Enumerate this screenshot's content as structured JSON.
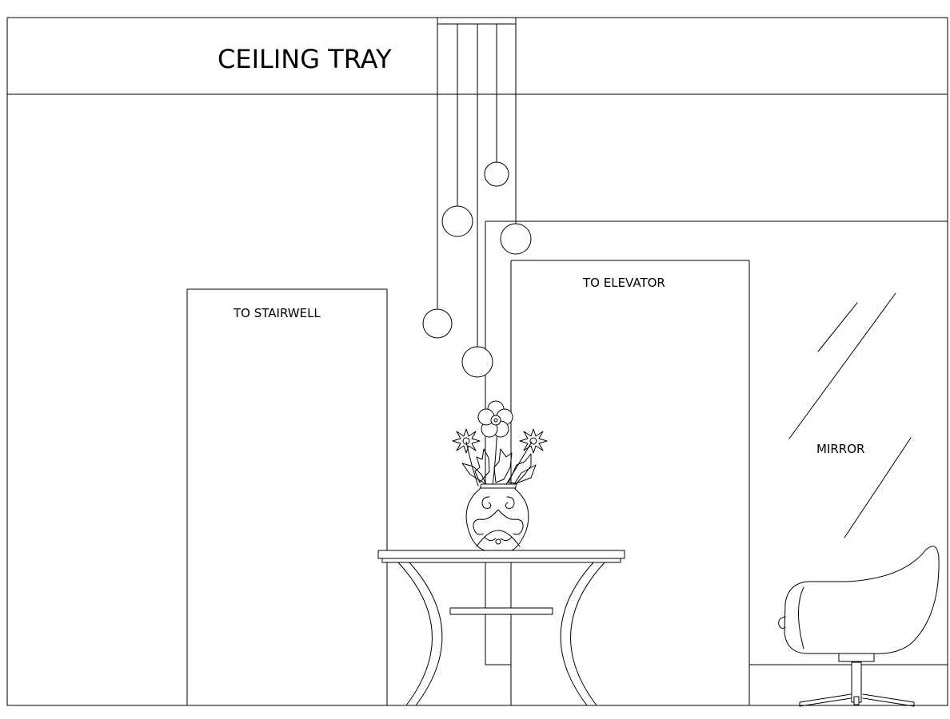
{
  "labels": {
    "ceiling_tray": "CEILING TRAY",
    "stairwell": "TO STAIRWELL",
    "elevator": "TO ELEVATOR",
    "mirror": "MIRROR"
  }
}
